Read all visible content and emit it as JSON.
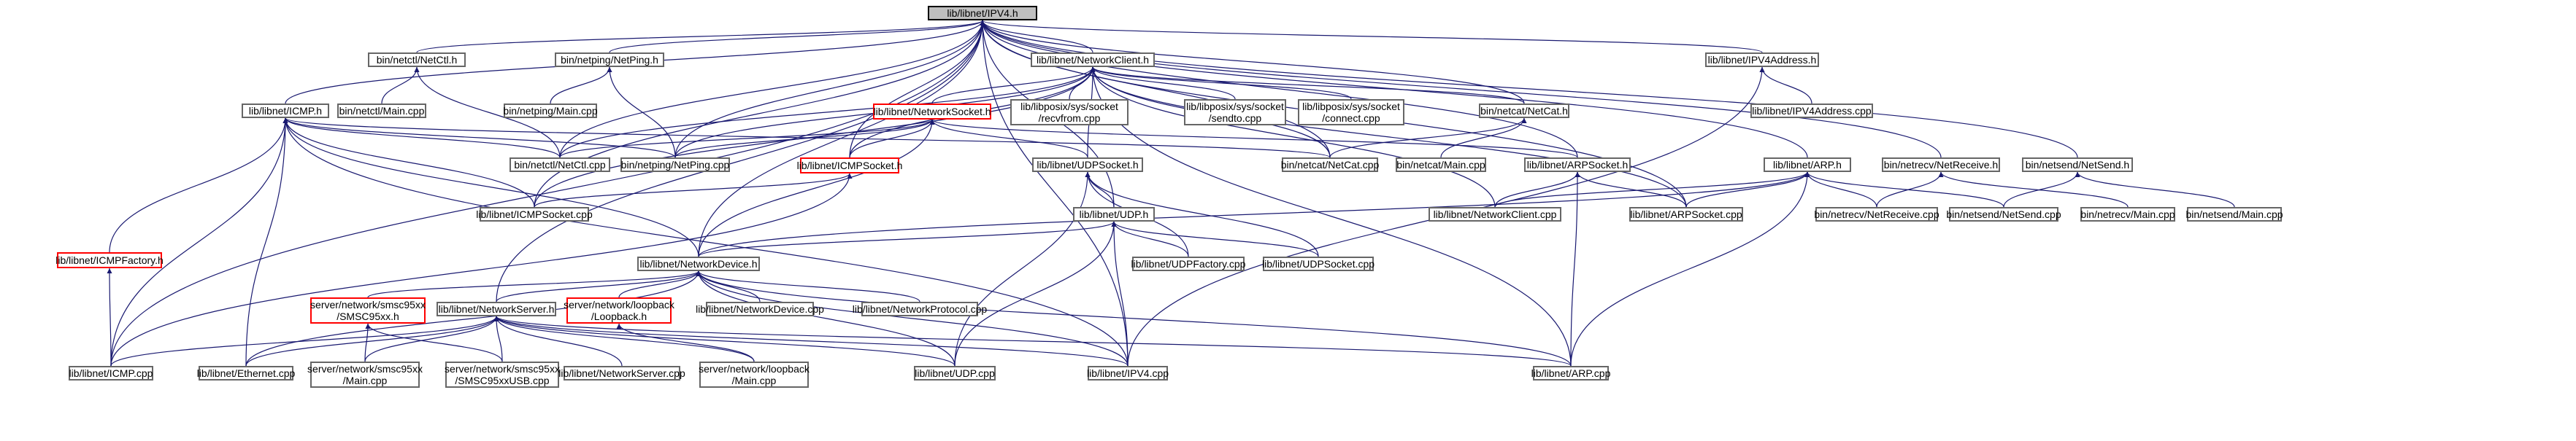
{
  "graph": {
    "edge_color": "#191970",
    "node_border_color": "#666666",
    "root_fill": "#bfbfbf",
    "highlight_border": "#ff0000",
    "nodes": {
      "ipv4h": [
        "lib/libnet/IPV4.h"
      ],
      "netctl_h": [
        "bin/netctl/NetCtl.h"
      ],
      "netping_h": [
        "bin/netping/NetPing.h"
      ],
      "netclient_h": [
        "lib/libnet/NetworkClient.h"
      ],
      "ipv4addr_h": [
        "lib/libnet/IPV4Address.h"
      ],
      "netctl_main": [
        "bin/netctl/Main.cpp"
      ],
      "netping_main": [
        "bin/netping/Main.cpp"
      ],
      "icmp_h": [
        "lib/libnet/ICMP.h"
      ],
      "netsocket_h": [
        "lib/libnet/NetworkSocket.h"
      ],
      "recvfrom": [
        "lib/libposix/sys/socket",
        "/recvfrom.cpp"
      ],
      "sendto": [
        "lib/libposix/sys/socket",
        "/sendto.cpp"
      ],
      "connect": [
        "lib/libposix/sys/socket",
        "/connect.cpp"
      ],
      "netcat_h": [
        "bin/netcat/NetCat.h"
      ],
      "ipv4addr_cpp": [
        "lib/libnet/IPV4Address.cpp"
      ],
      "netctl_cpp": [
        "bin/netctl/NetCtl.cpp"
      ],
      "netping_cpp": [
        "bin/netping/NetPing.cpp"
      ],
      "udpsocket_h": [
        "lib/libnet/UDPSocket.h"
      ],
      "netcat_cpp": [
        "bin/netcat/NetCat.cpp"
      ],
      "netcat_main": [
        "bin/netcat/Main.cpp"
      ],
      "arpsocket_h": [
        "lib/libnet/ARPSocket.h"
      ],
      "arp_h": [
        "lib/libnet/ARP.h"
      ],
      "netrecv_h": [
        "bin/netrecv/NetReceive.h"
      ],
      "netsend_h": [
        "bin/netsend/NetSend.h"
      ],
      "icmpsocket_h": [
        "lib/libnet/ICMPSocket.h"
      ],
      "icmpsocket_cpp": [
        "lib/libnet/ICMPSocket.cpp"
      ],
      "udp_h": [
        "lib/libnet/UDP.h"
      ],
      "netclient_cpp": [
        "lib/libnet/NetworkClient.cpp"
      ],
      "arpsocket_cpp": [
        "lib/libnet/ARPSocket.cpp"
      ],
      "netrecv_cpp": [
        "bin/netrecv/NetReceive.cpp"
      ],
      "netsend_cpp": [
        "bin/netsend/NetSend.cpp"
      ],
      "netrecv_main": [
        "bin/netrecv/Main.cpp"
      ],
      "netsend_main": [
        "bin/netsend/Main.cpp"
      ],
      "icmpfactory_h": [
        "lib/libnet/ICMPFactory.h"
      ],
      "netdevice_h": [
        "lib/libnet/NetworkDevice.h"
      ],
      "udpfactory_cpp": [
        "lib/libnet/UDPFactory.cpp"
      ],
      "udpsocket_cpp": [
        "lib/libnet/UDPSocket.cpp"
      ],
      "smsc95xx_h": [
        "server/network/smsc95xx",
        "/SMSC95xx.h"
      ],
      "netserver_h": [
        "lib/libnet/NetworkServer.h"
      ],
      "loopback_h": [
        "server/network/loopback",
        "/Loopback.h"
      ],
      "netdevice_cpp": [
        "lib/libnet/NetworkDevice.cpp"
      ],
      "netprotocol_cpp": [
        "lib/libnet/NetworkProtocol.cpp"
      ],
      "icmp_cpp": [
        "lib/libnet/ICMP.cpp"
      ],
      "ethernet_cpp": [
        "lib/libnet/Ethernet.cpp"
      ],
      "smsc_main": [
        "server/network/smsc95xx",
        "/Main.cpp"
      ],
      "smsc_usb": [
        "server/network/smsc95xx",
        "/SMSC95xxUSB.cpp"
      ],
      "netserver_cpp": [
        "lib/libnet/NetworkServer.cpp"
      ],
      "loopback_main": [
        "server/network/loopback",
        "/Main.cpp"
      ],
      "udp_cpp": [
        "lib/libnet/UDP.cpp"
      ],
      "ipv4_cpp": [
        "lib/libnet/IPV4.cpp"
      ],
      "arp_cpp": [
        "lib/libnet/ARP.cpp"
      ]
    }
  }
}
